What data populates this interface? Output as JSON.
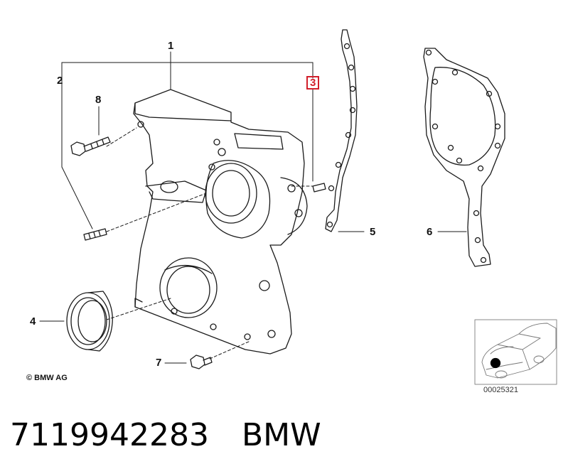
{
  "callouts": {
    "c1": "1",
    "c2": "2",
    "c3": "3",
    "c4": "4",
    "c5": "5",
    "c6": "6",
    "c7": "7",
    "c8": "8"
  },
  "highlighted_callout_color": "#d21f2b",
  "copyright": "© BMW AG",
  "diagram_reference": "00025321",
  "footer": {
    "part_number": "7119942283",
    "brand": "BMW"
  }
}
